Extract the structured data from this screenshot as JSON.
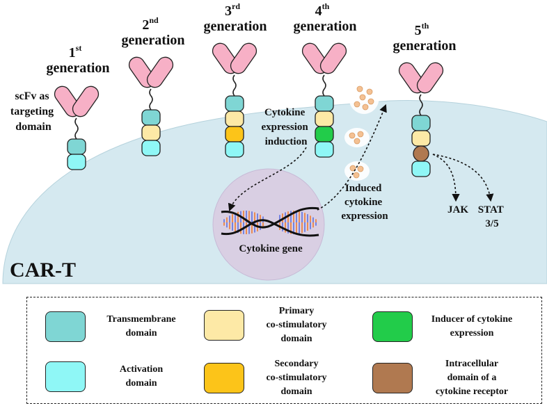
{
  "cell_label": "CAR-T",
  "generations": [
    {
      "num": "1",
      "sup": "st",
      "word": "generation"
    },
    {
      "num": "2",
      "sup": "nd",
      "word": "generation"
    },
    {
      "num": "3",
      "sup": "rd",
      "word": "generation"
    },
    {
      "num": "4",
      "sup": "th",
      "word": "generation"
    },
    {
      "num": "5",
      "sup": "th",
      "word": "generation"
    }
  ],
  "annotations": {
    "scfv": [
      "scFv as",
      "targeting",
      "domain"
    ],
    "cytokine_induction": [
      "Cytokine",
      "expression",
      "induction"
    ],
    "induced_cytokine": [
      "Induced",
      "cytokine",
      "expression"
    ],
    "cytokine_gene": "Cytokine gene",
    "jak": "JAK",
    "stat": [
      "STAT",
      "3/5"
    ]
  },
  "legend": [
    {
      "label": "Transmembrane\ndomain",
      "color": "#7fd6d4"
    },
    {
      "label": "Primary\nco-stimulatory\ndomain",
      "color": "#fde9a6"
    },
    {
      "label": "Inducer of cytokine\nexpression",
      "color": "#22cc4a"
    },
    {
      "label": "Activation\ndomain",
      "color": "#8ff7f6"
    },
    {
      "label": "Secondary\nco-stimulatory\ndomain",
      "color": "#fcc419"
    },
    {
      "label": "Intracellular\ndomain of a\ncytokine receptor",
      "color": "#b07950"
    }
  ],
  "colors": {
    "cell": "#d5e9f0",
    "nucleus": "#d9cfe3",
    "scfv": "#f7b0c6",
    "cytokine_dot": "#f4c193"
  }
}
